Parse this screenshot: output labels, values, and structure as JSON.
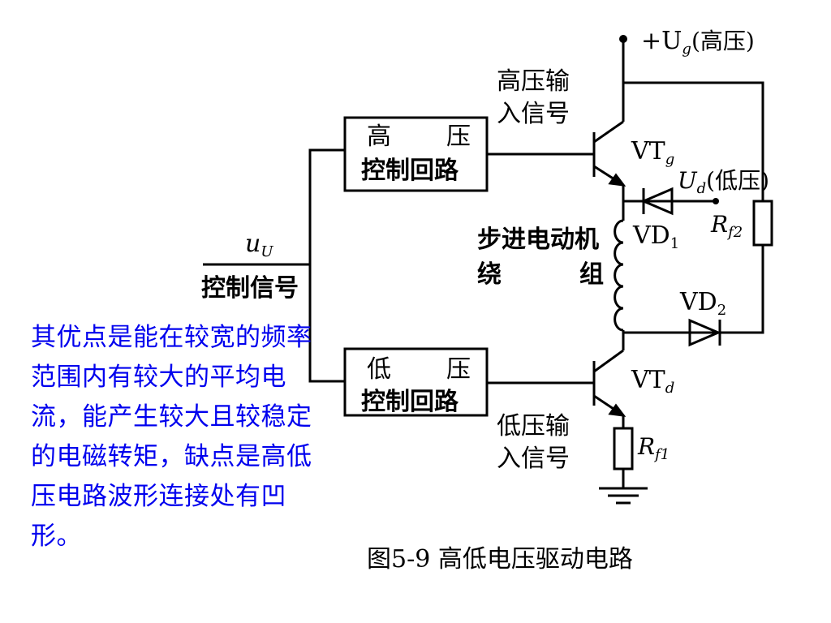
{
  "figure": {
    "caption": "图5-9 高低电压驱动电路",
    "note": "其优点是能在较宽的频率范围内有较大的平均电流，能产生较大且较稳定的电磁转矩，缺点是高低压电路波形连接处有凹形。"
  },
  "labels": {
    "supply_high": "+U",
    "supply_high_sub": "g",
    "supply_high_suffix": "(高压)",
    "supply_low": "U",
    "supply_low_sub": "d",
    "supply_low_suffix": "(低压)",
    "hv_input_line1": "高压输",
    "hv_input_line2": "入信号",
    "lv_input_line1": "低压输",
    "lv_input_line2": "入信号",
    "hv_block_line1_a": "高",
    "hv_block_line1_b": "压",
    "hv_block_line2": "控制回路",
    "lv_block_line1_a": "低",
    "lv_block_line1_b": "压",
    "lv_block_line2": "控制回路",
    "control_symbol": "u",
    "control_symbol_sub": "U",
    "control_label": "控制信号",
    "winding_line1": "步进电动机",
    "winding_line2_a": "绕",
    "winding_line2_b": "组",
    "vtg": "VT",
    "vtg_sub": "g",
    "vtd": "VT",
    "vtd_sub": "d",
    "vd1": "VD",
    "vd1_sub": "1",
    "vd2": "VD",
    "vd2_sub": "2",
    "rf1": "R",
    "rf1_sub": "f1",
    "rf2": "R",
    "rf2_sub": "f2"
  }
}
